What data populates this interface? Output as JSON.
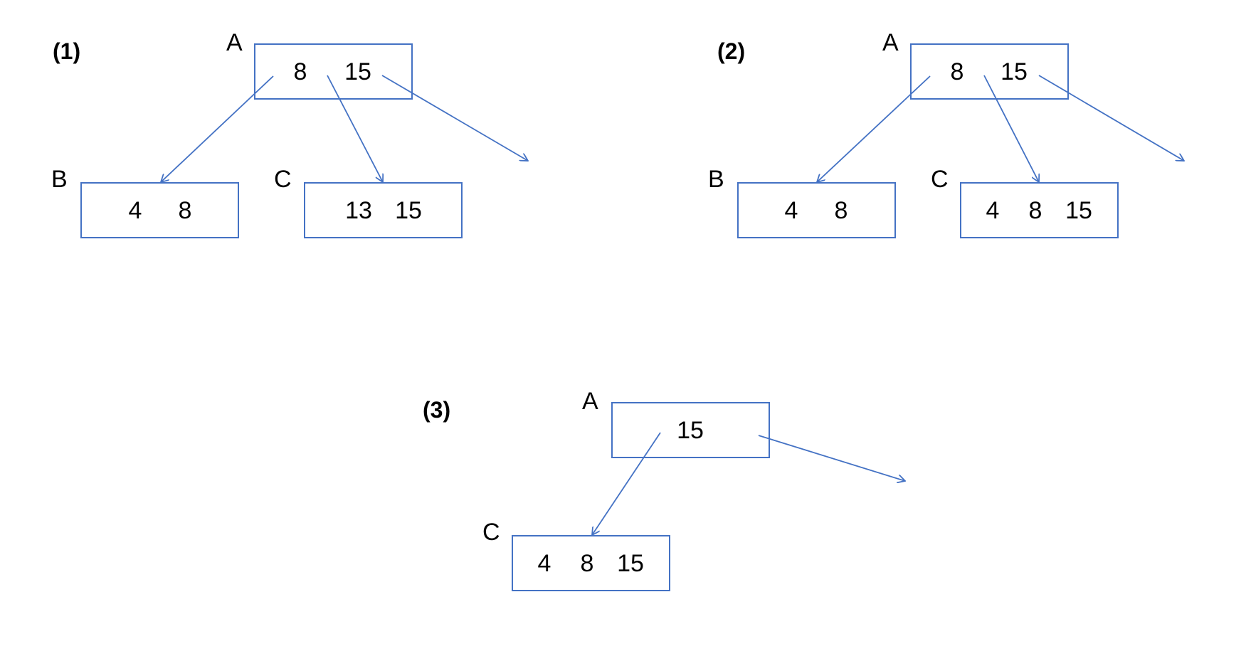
{
  "colors": {
    "stroke": "#4472C4",
    "text": "#000000",
    "background": "#ffffff"
  },
  "panels": [
    {
      "label": "(1)",
      "nodes": {
        "A": {
          "name": "A",
          "keys": [
            "8",
            "15"
          ]
        },
        "B": {
          "name": "B",
          "keys": [
            "4",
            "8"
          ]
        },
        "C": {
          "name": "C",
          "keys": [
            "13",
            "15"
          ]
        }
      }
    },
    {
      "label": "(2)",
      "nodes": {
        "A": {
          "name": "A",
          "keys": [
            "8",
            "15"
          ]
        },
        "B": {
          "name": "B",
          "keys": [
            "4",
            "8"
          ]
        },
        "C": {
          "name": "C",
          "keys": [
            "4",
            "8",
            "15"
          ]
        }
      }
    },
    {
      "label": "(3)",
      "nodes": {
        "A": {
          "name": "A",
          "keys": [
            "15"
          ]
        },
        "C": {
          "name": "C",
          "keys": [
            "4",
            "8",
            "15"
          ]
        }
      }
    }
  ]
}
